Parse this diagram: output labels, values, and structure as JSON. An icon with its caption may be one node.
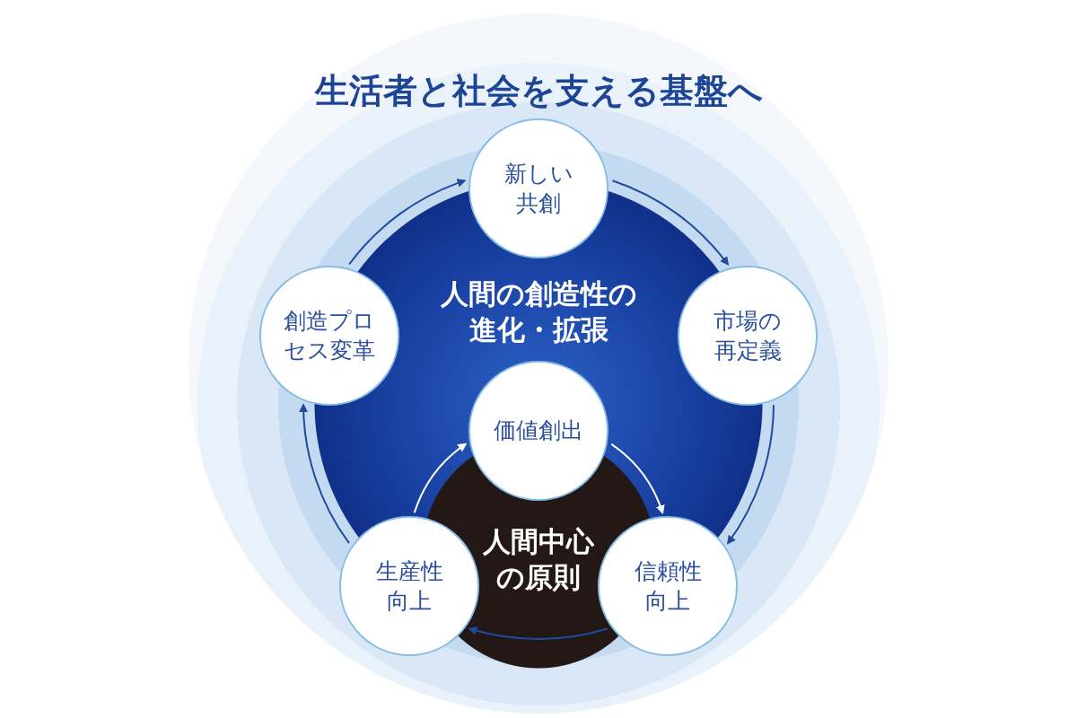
{
  "diagram": {
    "nodes": [
      {
        "text": [
          "生活者と社会を支える基盤へ"
        ]
      },
      {
        "text": [
          "人間の創造性の進化・拡張"
        ],
        "in": 0
      },
      {
        "text": [
          "新しい共創"
        ],
        "in": 0
      },
      {
        "text": [
          "市場の再定義"
        ],
        "in": 0
      },
      {
        "text": [
          "信頼性向上"
        ],
        "in": 0
      },
      {
        "text": [
          "生産性向上"
        ],
        "in": 0
      },
      {
        "text": [
          "創造プロセス変革"
        ],
        "in": 0
      },
      {
        "text": [
          "人間中心の原則"
        ],
        "in": 0
      },
      {
        "text": [
          "価値創出"
        ],
        "in": 0
      }
    ],
    "edges": [
      {
        "from": 2,
        "to": 3,
        "arrow": "to"
      },
      {
        "from": 3,
        "to": 4,
        "arrow": "to"
      },
      {
        "from": 4,
        "to": 5,
        "arrow": "to"
      },
      {
        "from": 5,
        "to": 6,
        "arrow": "to"
      },
      {
        "from": 6,
        "to": 2,
        "arrow": "to"
      },
      {
        "from": 8,
        "to": 4,
        "arrow": "to",
        "color": "#ffffff"
      },
      {
        "from": 5,
        "to": 8,
        "arrow": "to",
        "color": "#ffffff"
      }
    ]
  }
}
